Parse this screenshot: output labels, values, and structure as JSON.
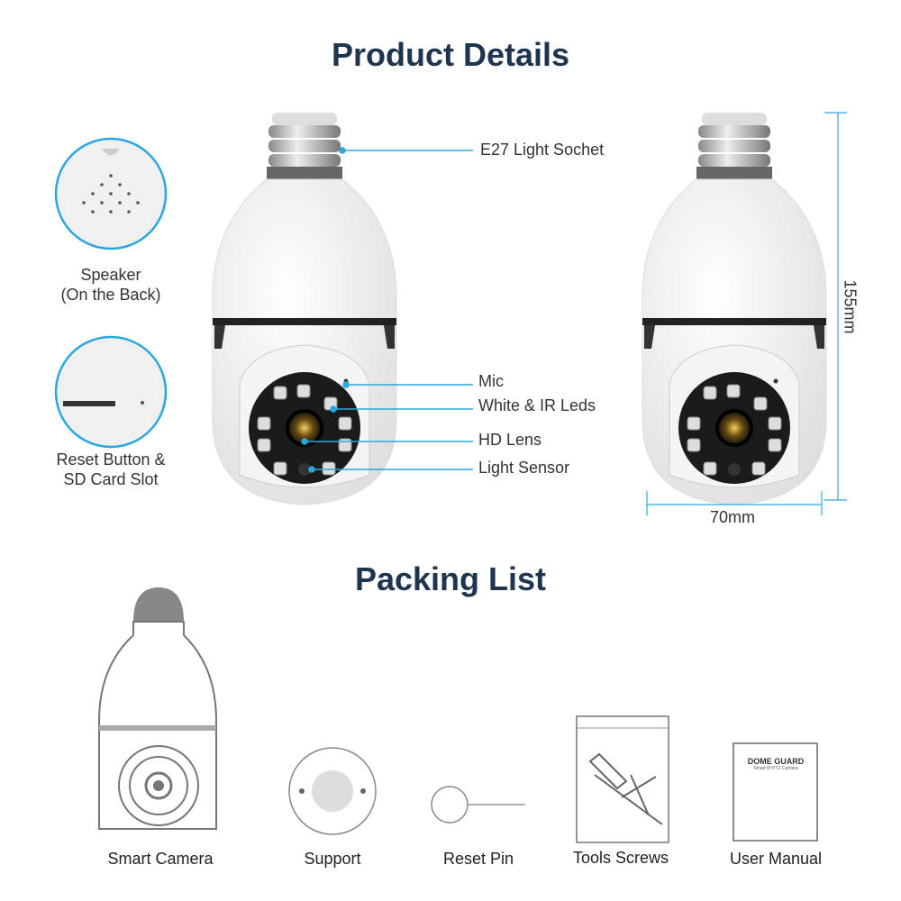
{
  "headings": {
    "product_details": "Product Details",
    "packing_list": "Packing List"
  },
  "insets": [
    {
      "line1": "Speaker",
      "line2": "(On the Back)"
    },
    {
      "line1": "Reset Button &",
      "line2": "SD Card Slot"
    }
  ],
  "callouts": [
    "E27 Light Sochet",
    "Mic",
    "White & IR Leds",
    "HD Lens",
    "Light Sensor"
  ],
  "dimensions": {
    "height": "155mm",
    "width": "70mm"
  },
  "packing_items": [
    "Smart Camera",
    "Support",
    "Reset Pin",
    "Tools Screws",
    "User Manual"
  ],
  "manual": {
    "brand": "DOME GUARD",
    "subtitle": "Smart IP PTZ Camera"
  },
  "colors": {
    "heading": "#1e3550",
    "accent": "#29a8e0"
  }
}
